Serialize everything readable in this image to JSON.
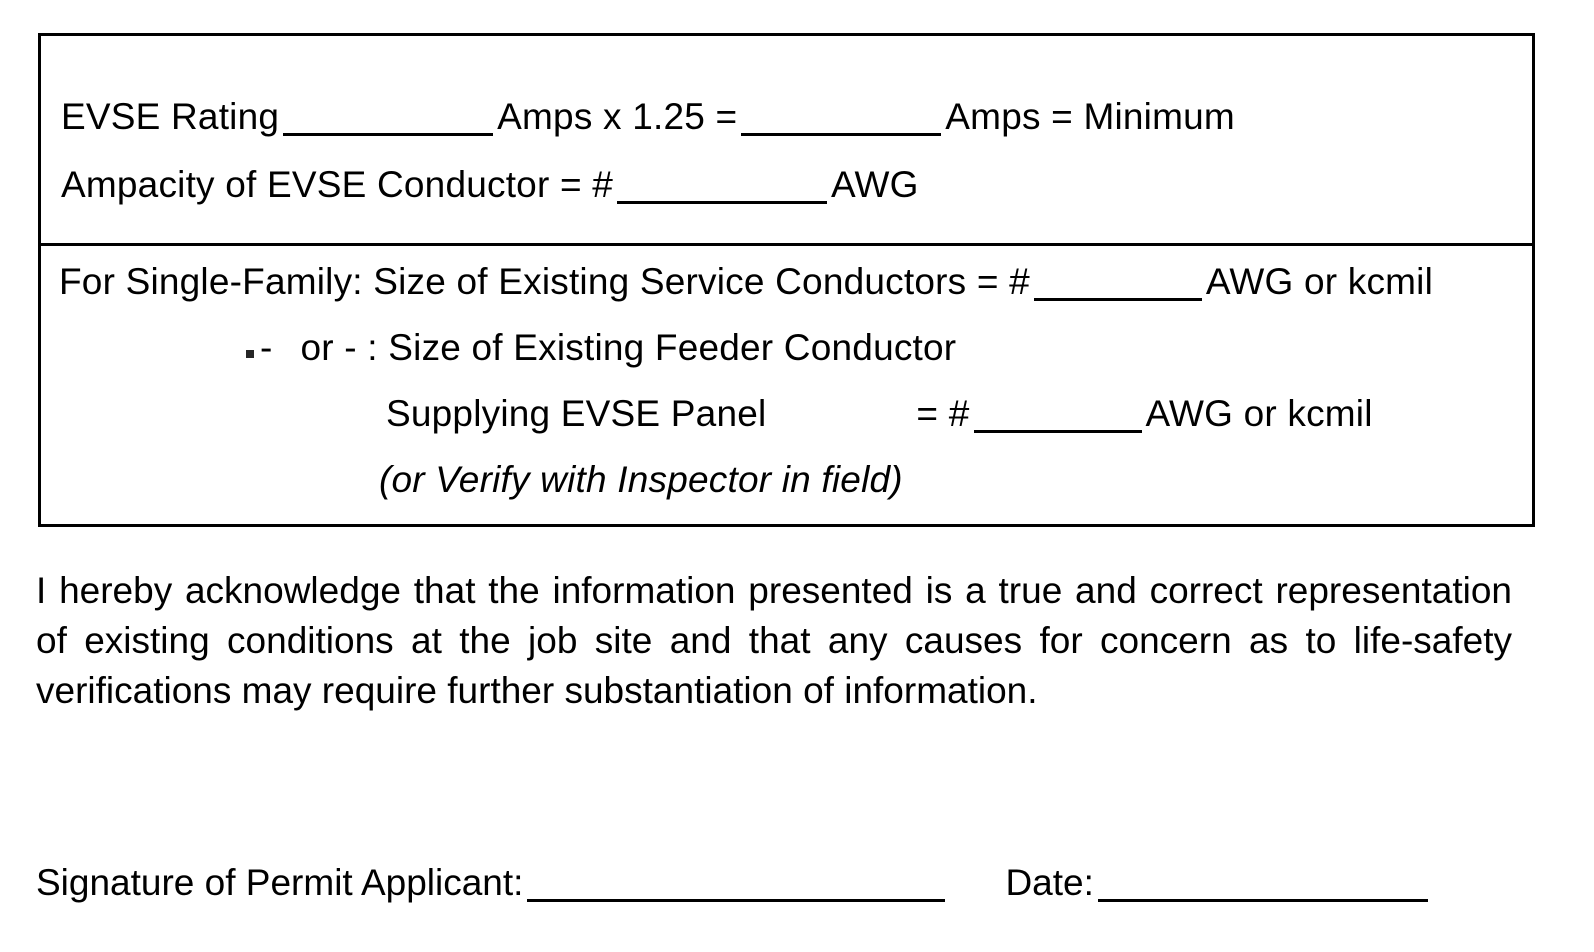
{
  "document": {
    "type": "permit-form-excerpt",
    "form_box": {
      "section_top": {
        "line1": {
          "pre": "EVSE Rating",
          "mid1": "Amps  x  1.25  =",
          "mid2": "Amps  =  Minimum"
        },
        "line2": {
          "pre": "Ampacity of EVSE Conductor  =  #",
          "post": "AWG"
        }
      },
      "section_bottom": {
        "line1": {
          "pre": "For Single-Family:  Size of Existing Service Conductors  =  #",
          "post": "AWG or kcmil"
        },
        "line2": {
          "text": "or -  :  Size of Existing Feeder Conductor",
          "dash": "-"
        },
        "line3": {
          "pre": "Supplying EVSE Panel",
          "eq": "=  #",
          "post": "AWG or kcmil"
        },
        "line4": {
          "note": "(or Verify with Inspector in field)"
        }
      }
    },
    "acknowledgement": {
      "line1": "I hereby acknowledge that the information presented is a true and correct representation",
      "line2": "of existing conditions at the job site and that any causes for concern as to life-safety",
      "line3": "verifications may require further substantiation of information."
    },
    "signature_row": {
      "signature_label": "Signature of Permit Applicant:",
      "date_label": "Date:"
    }
  },
  "colors": {
    "ink": "#000000",
    "paper": "#ffffff"
  }
}
